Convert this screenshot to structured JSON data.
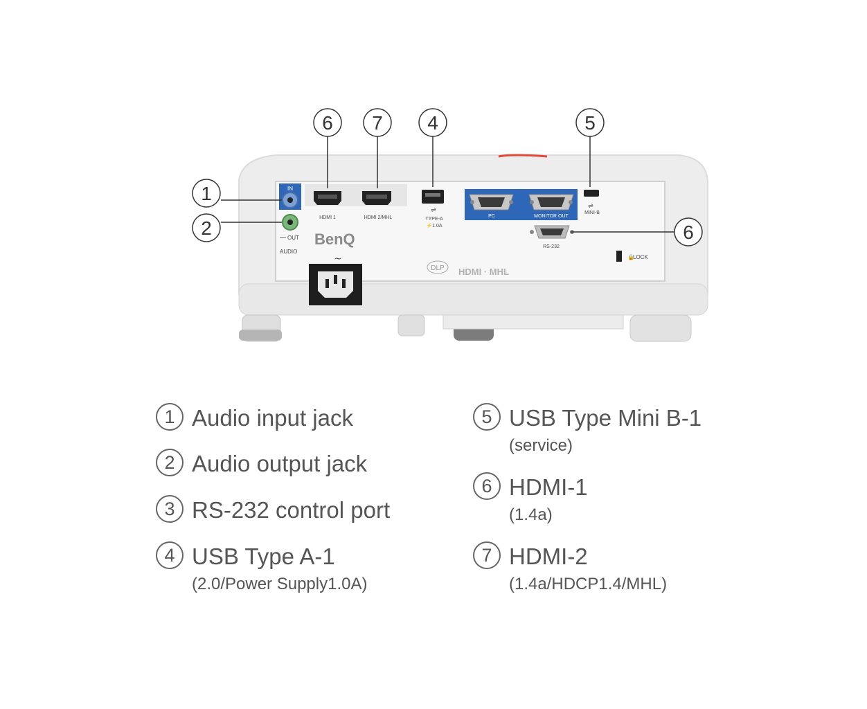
{
  "callouts": {
    "c1": "1",
    "c2": "2",
    "c4": "4",
    "c5": "5",
    "c6_top": "6",
    "c7": "7",
    "c6_right": "6"
  },
  "panel_labels": {
    "in": "IN",
    "out": "OUT",
    "audio": "AUDIO",
    "hdmi1": "HDMI 1",
    "hdmi2": "HDMI 2/MHL",
    "type_a": "TYPE-A",
    "power": "⚡1.0A",
    "pc": "PC",
    "monitor_out": "MONITOR OUT",
    "mini_b": "MINI-B",
    "rs232": "RS-232",
    "lock": "LOCK",
    "brand": "BenQ",
    "dlp": "DLP",
    "hdmi_mhl": "HDMI · MHL",
    "ac": "~"
  },
  "legend_left": [
    {
      "num": "1",
      "label": "Audio input jack",
      "sub": ""
    },
    {
      "num": "2",
      "label": "Audio output jack",
      "sub": ""
    },
    {
      "num": "3",
      "label": "RS-232 control port",
      "sub": ""
    },
    {
      "num": "4",
      "label": "USB Type A-1",
      "sub": "(2.0/Power Supply1.0A)"
    }
  ],
  "legend_right": [
    {
      "num": "5",
      "label": "USB Type Mini B-1",
      "sub": "(service)"
    },
    {
      "num": "6",
      "label": "HDMI-1",
      "sub": "(1.4a)"
    },
    {
      "num": "7",
      "label": "HDMI-2",
      "sub": "(1.4a/HDCP1.4/MHL)"
    }
  ],
  "colors": {
    "blue_panel": "#2e66b8",
    "audio_in": "#7aa0d6",
    "audio_out": "#7ab87a",
    "body": "#f2f2f2",
    "port_dark": "#222222"
  }
}
